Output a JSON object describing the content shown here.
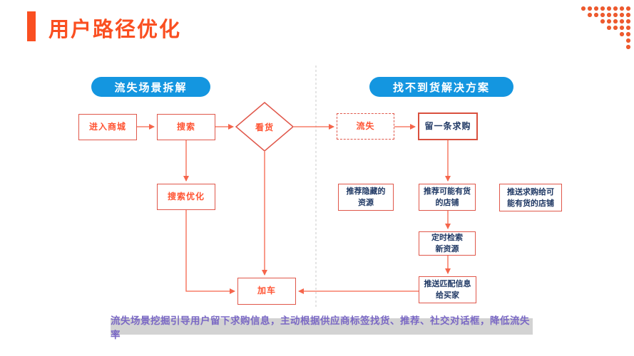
{
  "page": {
    "title": "用户路径优化"
  },
  "colors": {
    "accent_orange": "#FA4F21",
    "pill_blue": "#1496E0",
    "flow_line": "#F5654B",
    "box_border": "#E0574A",
    "navy_text": "#1F3864",
    "footer_bg": "#D3D3D3",
    "footer_text": "#7A68C4"
  },
  "headers": {
    "left": "流失场景拆解",
    "right": "找不到货解决方案"
  },
  "nodes": {
    "enter_mall": "进入商城",
    "search": "搜索",
    "view_goods": "看货",
    "search_opt": "搜索优化",
    "add_cart": "加车",
    "churn": "流失",
    "leave_request": "留一条求购",
    "rec_hidden": "推荐隐藏的\n资源",
    "rec_stores": "推荐可能有货\n的店铺",
    "push_request": "推送求购给可\n能有货的店铺",
    "timed_search": "定时检索\n新资源",
    "push_match": "推送匹配信息\n给买家"
  },
  "footer": {
    "text": "流失场景挖掘引导用户留下求购信息，主动根据供应商标签找货、推荐、社交对话框，降低流失率"
  },
  "decor": {
    "dot_rows": [
      "11111111",
      "01111111",
      "00011111",
      "00001111",
      "00000011",
      "00000001",
      "00000001"
    ]
  }
}
